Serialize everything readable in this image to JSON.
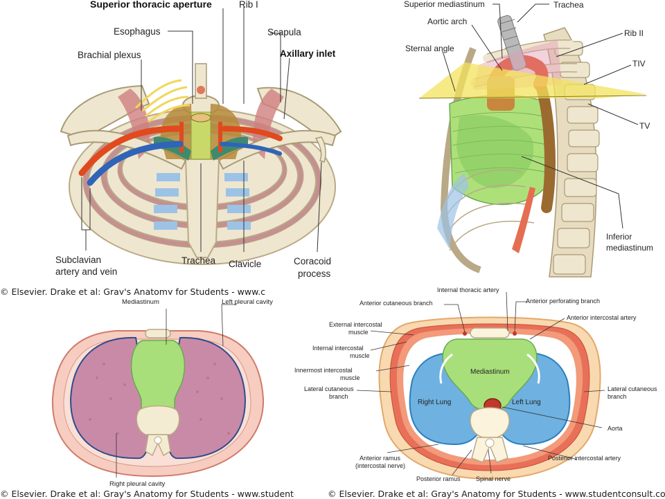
{
  "panels": {
    "aperture": {
      "title": "Superior thoracic aperture",
      "labels": {
        "rib1": "Rib I",
        "esophagus": "Esophagus",
        "scapula": "Scapula",
        "brachial_plexus": "Brachial plexus",
        "axillary_inlet": "Axillary inlet",
        "subclavian_1": "Subclavian",
        "subclavian_2": "artery and vein",
        "trachea": "Trachea",
        "clavicle": "Clavicle",
        "coracoid_1": "Coracoid",
        "coracoid_2": "process"
      }
    },
    "mediastinum": {
      "labels": {
        "superior_mediastinum": "Superior mediastinum",
        "trachea": "Trachea",
        "aortic_arch": "Aortic arch",
        "rib2": "Rib II",
        "sternal_angle": "Sternal angle",
        "tiv": "TIV",
        "tv": "TV",
        "inferior_1": "Inferior",
        "inferior_2": "mediastinum"
      }
    },
    "pleural": {
      "labels": {
        "mediastinum": "Mediastinum",
        "left_pleural_cavity": "Left pleural cavity",
        "right_pleural_cavity": "Right pleural cavity"
      }
    },
    "cross_section": {
      "labels": {
        "internal_thoracic_artery": "Internal thoracic artery",
        "anterior_cutaneous_branch": "Anterior cutaneous branch",
        "anterior_perforating_branch": "Anterior perforating branch",
        "anterior_intercostal_artery": "Anterior intercostal artery",
        "external_intercostal_1": "External intercostal",
        "external_intercostal_2": "muscle",
        "internal_intercostal_1": "Internal intercostal",
        "internal_intercostal_2": "muscle",
        "innermost_intercostal_1": "Innermost intercostal",
        "innermost_intercostal_2": "muscle",
        "lateral_cutaneous_left_1": "Lateral cutaneous",
        "lateral_cutaneous_left_2": "branch",
        "lateral_cutaneous_right_1": "Lateral cutaneous",
        "lateral_cutaneous_right_2": "branch",
        "mediastinum": "Mediastinum",
        "right_lung": "Right Lung",
        "left_lung": "Left Lung",
        "aorta": "Aorta",
        "anterior_ramus_1": "Anterior ramus",
        "anterior_ramus_2": "(intercostal nerve)",
        "posterior_intercostal_artery": "Posterior intercostal artery",
        "posterior_ramus": "Posterior ramus",
        "spinal_nerve": "Spinal nerve"
      }
    }
  },
  "credits": {
    "top_left": "© Elsevier. Drake et al: Gray's Anatomy for Students - www.c",
    "bottom_left": "© Elsevier. Drake et al: Gray's Anatomy for Students - www.studentc",
    "bottom_right": "© Elsevier. Drake et al: Gray's Anatomy for Students - www.studentconsult.com"
  },
  "colors": {
    "bone": "#efe6cf",
    "artery": "#e04a1e",
    "vein": "#2f64b8",
    "nerve": "#f2d65a",
    "lung_blue": "#6fb1e0",
    "mediastinum_green": "#aee07a",
    "pleural_pink": "#c98aa8",
    "muscle_red": "#d8624e"
  }
}
